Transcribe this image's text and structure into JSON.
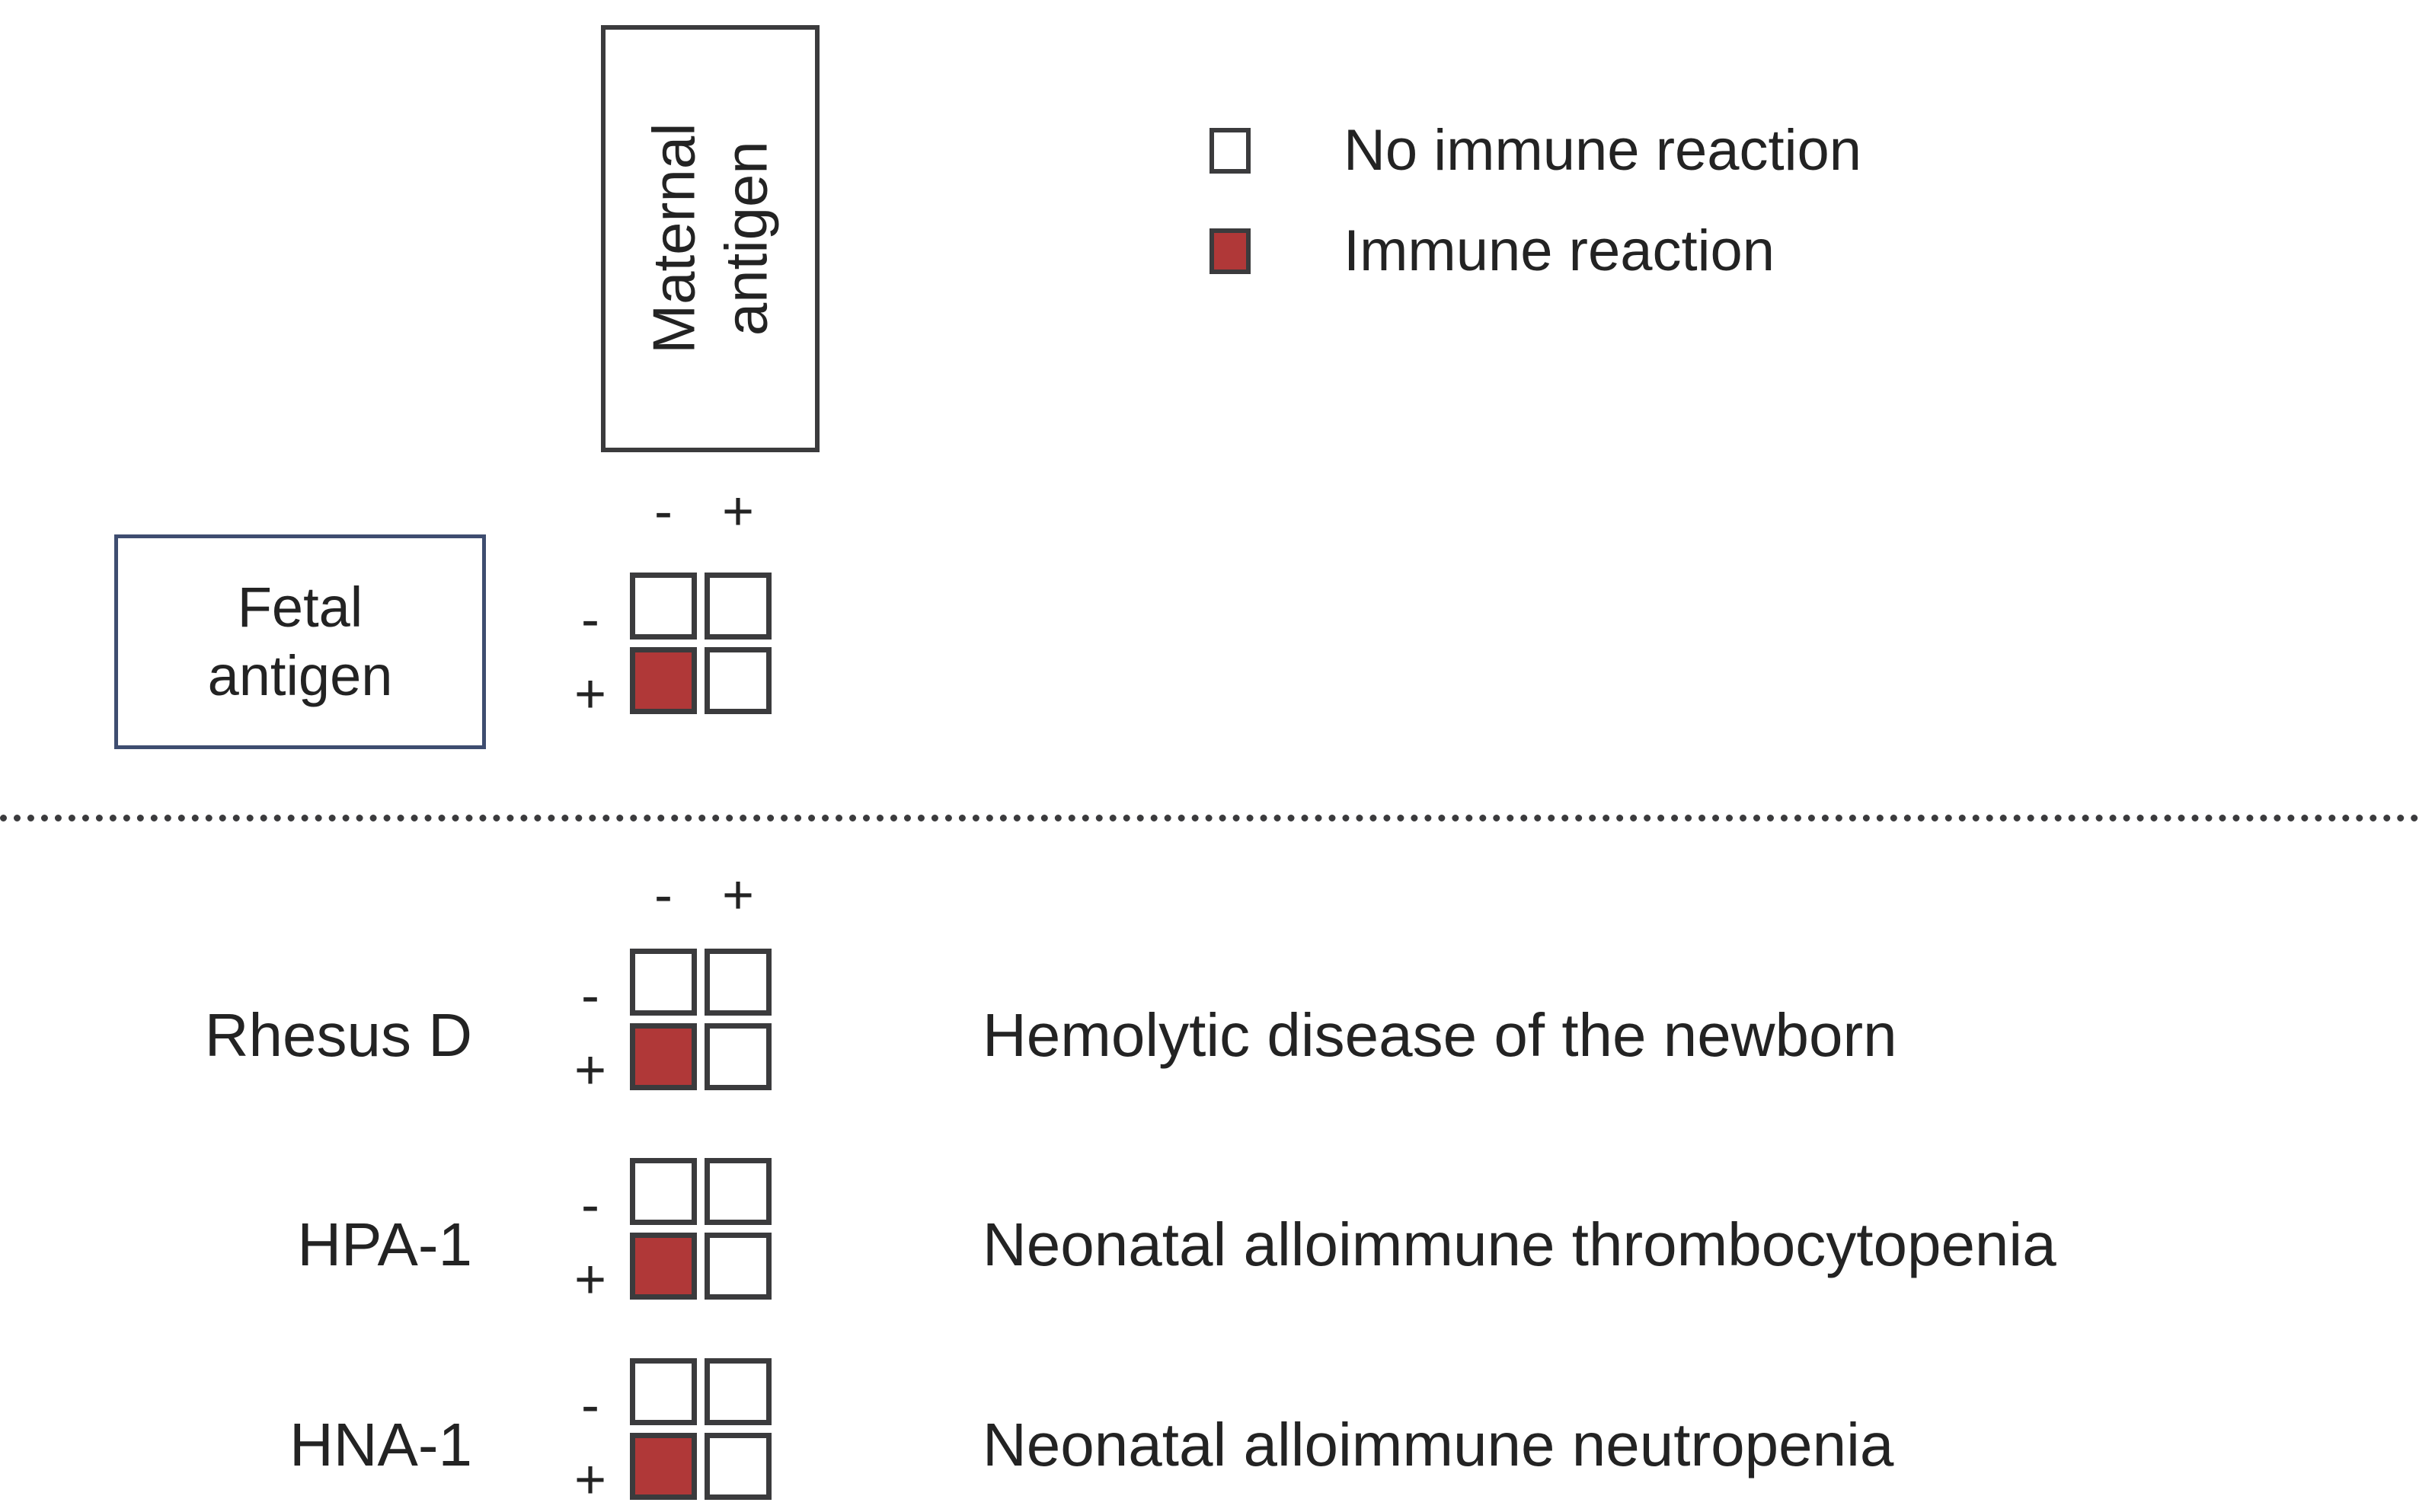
{
  "figure": {
    "maternal_header": {
      "line1": "Maternal",
      "line2": "antigen",
      "orientation": "vertical"
    },
    "fetal_header": {
      "line1": "Fetal",
      "line2": "antigen"
    },
    "accent_colors": {
      "immune_reaction_fill": "#b03838",
      "no_reaction_fill": "#ffffff",
      "box_stroke": "#3b3b3d",
      "fetal_box_stroke": "#3e4d70"
    }
  },
  "legend": {
    "items": [
      {
        "swatch": "no-reaction-swatch",
        "label": "No immune reaction",
        "filled": false
      },
      {
        "swatch": "immune-reaction-swatch",
        "label": "Immune reaction",
        "filled": true
      }
    ]
  },
  "axis_labels": {
    "negative": "-",
    "positive": "+"
  },
  "top_matrix": {
    "column_headers": [
      "-",
      "+"
    ],
    "row_headers": [
      "-",
      "+"
    ],
    "cells": [
      [
        "no-reaction",
        "no-reaction"
      ],
      [
        "reaction",
        "no-reaction"
      ]
    ]
  },
  "lower_rows": [
    {
      "antigen": "Rhesus D",
      "column_headers": [
        "-",
        "+"
      ],
      "row_headers": [
        "-",
        "+"
      ],
      "cells": [
        [
          "no-reaction",
          "no-reaction"
        ],
        [
          "reaction",
          "no-reaction"
        ]
      ],
      "disease": "Hemolytic disease of the newborn"
    },
    {
      "antigen": "HPA-1",
      "column_headers": [
        "-",
        "+"
      ],
      "row_headers": [
        "-",
        "+"
      ],
      "cells": [
        [
          "no-reaction",
          "no-reaction"
        ],
        [
          "reaction",
          "no-reaction"
        ]
      ],
      "disease": "Neonatal alloimmune thrombocytopenia"
    },
    {
      "antigen": "HNA-1",
      "column_headers": [
        "-",
        "+"
      ],
      "row_headers": [
        "-",
        "+"
      ],
      "cells": [
        [
          "no-reaction",
          "no-reaction"
        ],
        [
          "reaction",
          "no-reaction"
        ]
      ],
      "disease": "Neonatal alloimmune neutropenia"
    }
  ]
}
